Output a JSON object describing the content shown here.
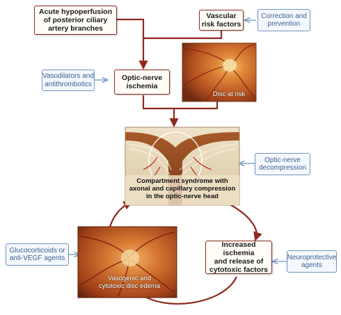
{
  "nodes": {
    "acute_hypoperfusion": "Acute hypoperfusion\nof posterior ciliary\nartery branches",
    "vascular_risk_factors": "Vascular\nrisk factors",
    "optic_nerve_ischemia": "Optic-nerve\nischemia",
    "increased_ischemia": "Increased ischemia\nand release of\ncytotoxic factors"
  },
  "interventions": {
    "correction_prevention": "Correction and\nprevention",
    "vasodilators": "Vasodilators and\nantithrombotics",
    "decompression": "Optic-nerve\ndecompression",
    "glucocorticoids": "Glucocorticoids or\nanti-VEGF agents",
    "neuroprotective": "Neuroprotective\nagents"
  },
  "images": {
    "disc_at_risk": "Disc at risk",
    "compartment_syndrome": "Compartment syndrome with\naxonal and capillary compression\nin the optic-nerve head",
    "disc_edema": "Vasogenic and\ncytotoxic disc edema"
  },
  "colors": {
    "arrow": "#8e2a1f",
    "intervention_text": "#3b5f93",
    "intervention_border": "#6f94c2"
  }
}
